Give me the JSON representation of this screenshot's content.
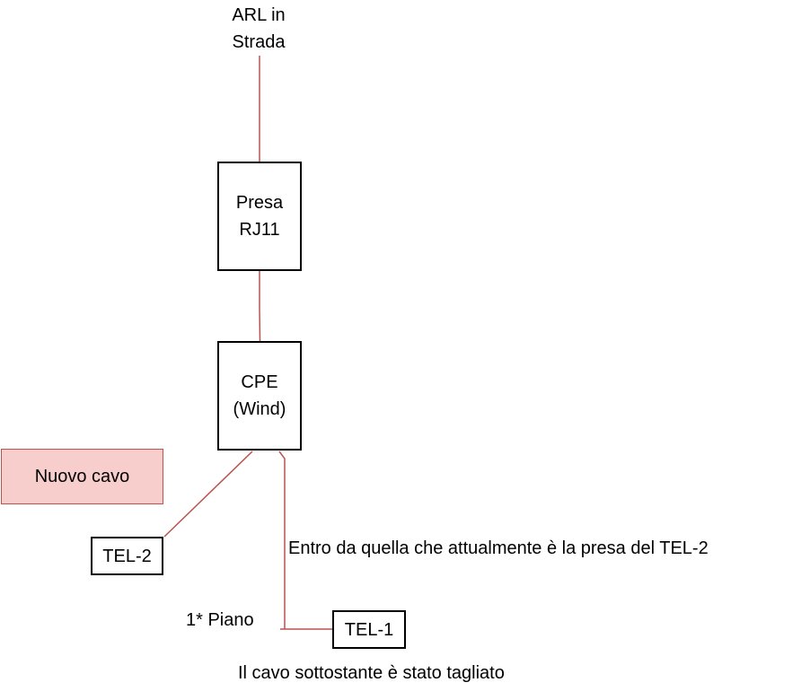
{
  "nodes": {
    "arl": {
      "lines": [
        "ARL in",
        "Strada"
      ]
    },
    "presa": {
      "lines": [
        "Presa",
        "RJ11"
      ]
    },
    "cpe": {
      "lines": [
        "CPE",
        "(Wind)"
      ]
    },
    "nuovo_cavo": {
      "label": "Nuovo cavo",
      "fill": "#f8cecc",
      "stroke": "#b85450"
    },
    "tel2": {
      "label": "TEL-2"
    },
    "tel1": {
      "label": "TEL-1"
    }
  },
  "annotations": {
    "entro": "Entro da quella che attualmente è la presa del TEL-2",
    "piano": "1* Piano",
    "cavo_tagliato": "Il cavo sottostante è stato tagliato"
  },
  "connector_color": "#b85450"
}
